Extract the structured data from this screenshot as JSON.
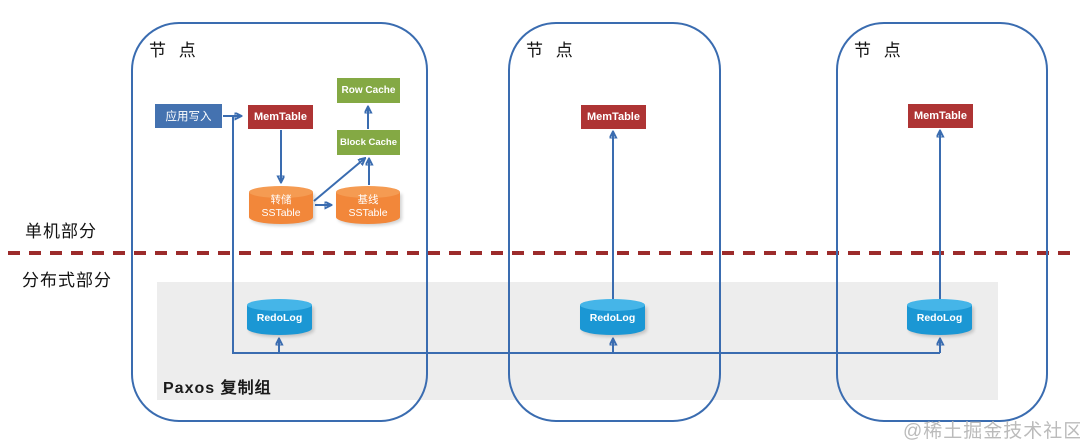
{
  "diagram": {
    "regions": {
      "standalone_label": "单机部分",
      "distributed_label": "分布式部分",
      "paxos_group_label": "Paxos 复制组"
    },
    "nodes": [
      {
        "label": "节 点"
      },
      {
        "label": "节 点"
      },
      {
        "label": "节 点"
      }
    ],
    "blocks": {
      "app_write": "应用写入",
      "memtable": "MemTable",
      "row_cache": "Row Cache",
      "block_cache": "Block Cache",
      "dump_sstable_line1": "转储",
      "dump_sstable_line2": "SSTable",
      "baseline_sstable_line1": "基线",
      "baseline_sstable_line2": "SSTable",
      "redolog": "RedoLog"
    },
    "colors": {
      "node_border": "#3A6CB0",
      "arrow": "#3A6CB0",
      "app_write_fill": "#4472B0",
      "memtable_fill": "#AE3434",
      "cache_fill": "#84A944",
      "sstable_fill": "#F2873A",
      "redolog_fill": "#1B97D4",
      "redolog_top": "#45B5E8",
      "divider_dash": "#9C2B2B",
      "paxos_area_bg": "#EDEDED",
      "watermark": "#BBBBBB"
    },
    "watermark": "@稀土掘金技术社区"
  }
}
